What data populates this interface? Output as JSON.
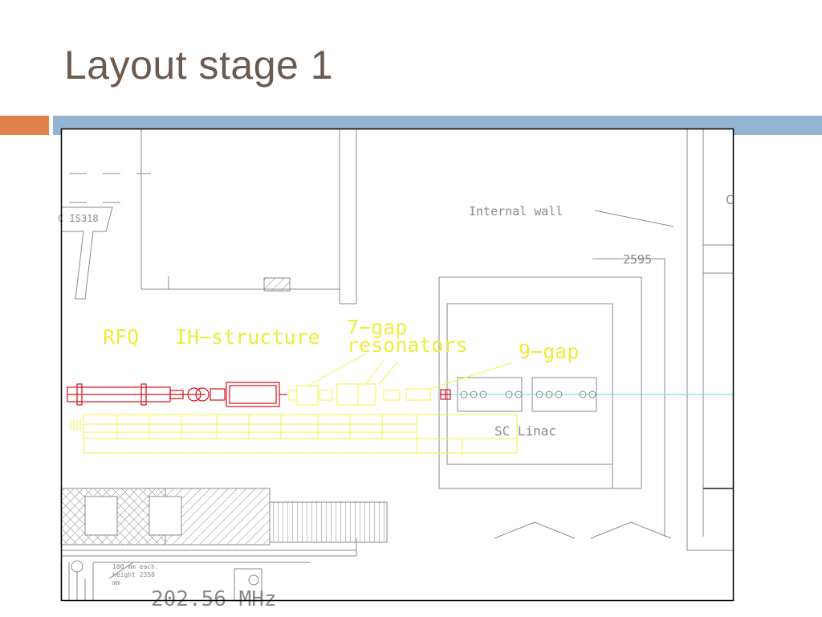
{
  "slide": {
    "title": "Layout stage 1"
  },
  "colors": {
    "title": "#6b5a4e",
    "accent_orange": "#e0824a",
    "accent_blue": "#92b3d2",
    "frame": "#000000",
    "cad_lines": "#8a8a8a",
    "cad_labels": "#eded3a",
    "beamline": "#d4101a",
    "beam_axis": "#6fd4de"
  },
  "drawing": {
    "labels": {
      "rfq": "RFQ",
      "ih_structure": "IH−structure",
      "seven_gap_1": "7−gap",
      "seven_gap_2": "resonators",
      "nine_gap": "9−gap",
      "sc_linac": "SC Linac",
      "internal_wall": "Internal wall",
      "dim_2595": "2595",
      "is318": "C IS318",
      "note_1": "100 mm each.",
      "note_2": "height 2350",
      "note_3": "mm",
      "frequency": "202.56 MHz",
      "edge_c": "C"
    }
  }
}
